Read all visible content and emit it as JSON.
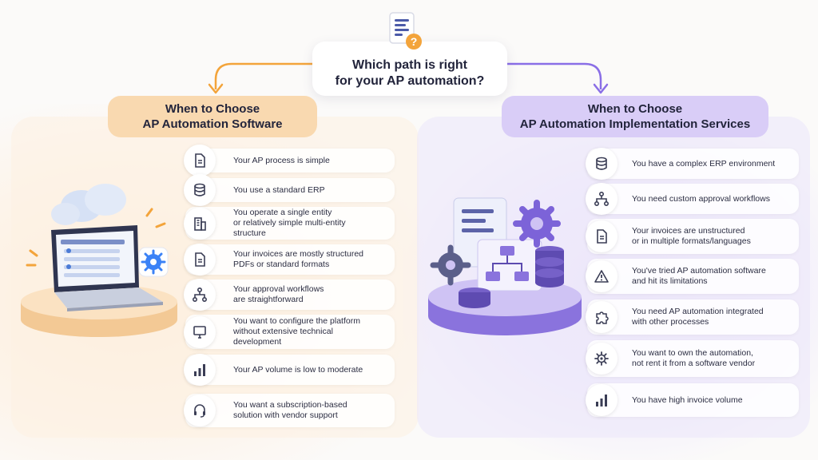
{
  "question": {
    "line1": "Which path is right",
    "line2": "for your AP automation?"
  },
  "left": {
    "header_line1": "When to Choose",
    "header_line2": "AP Automation Software",
    "items": [
      {
        "icon": "document-icon",
        "lines": [
          "Your AP process is simple"
        ]
      },
      {
        "icon": "database-icon",
        "lines": [
          "You use a standard ERP"
        ]
      },
      {
        "icon": "building-icon",
        "lines": [
          "You operate a single entity",
          "or relatively simple multi-entity",
          "structure"
        ]
      },
      {
        "icon": "document-icon",
        "lines": [
          "Your invoices are mostly structured",
          "PDFs or standard formats"
        ]
      },
      {
        "icon": "workflow-icon",
        "lines": [
          "Your approval workflows",
          "are straightforward"
        ]
      },
      {
        "icon": "monitor-icon",
        "lines": [
          "You want to configure the platform",
          "without extensive technical",
          "development"
        ]
      },
      {
        "icon": "bar-chart-icon",
        "lines": [
          "Your AP volume is low to moderate"
        ]
      },
      {
        "icon": "headset-icon",
        "lines": [
          "You want a subscription-based",
          "solution with vendor support"
        ]
      }
    ]
  },
  "right": {
    "header_line1": "When to Choose",
    "header_line2": "AP Automation Implementation Services",
    "items": [
      {
        "icon": "database-icon",
        "lines": [
          "You have a complex ERP environment"
        ]
      },
      {
        "icon": "workflow-icon",
        "lines": [
          "You need custom approval workflows"
        ]
      },
      {
        "icon": "document-icon",
        "lines": [
          "Your invoices are unstructured",
          "or in multiple formats/languages"
        ]
      },
      {
        "icon": "warning-icon",
        "lines": [
          "You've tried AP automation software",
          "and hit its limitations"
        ]
      },
      {
        "icon": "puzzle-icon",
        "lines": [
          "You need AP automation integrated",
          "with other processes"
        ]
      },
      {
        "icon": "gear-icon",
        "lines": [
          "You want to own the automation,",
          "not rent it from a software vendor"
        ]
      },
      {
        "icon": "bar-chart-icon",
        "lines": [
          "You have high invoice volume"
        ]
      }
    ]
  },
  "colors": {
    "orange": "#f3a43b",
    "purple": "#8a6ee6",
    "text": "#2b2d42",
    "icon": "#3a3d55"
  }
}
